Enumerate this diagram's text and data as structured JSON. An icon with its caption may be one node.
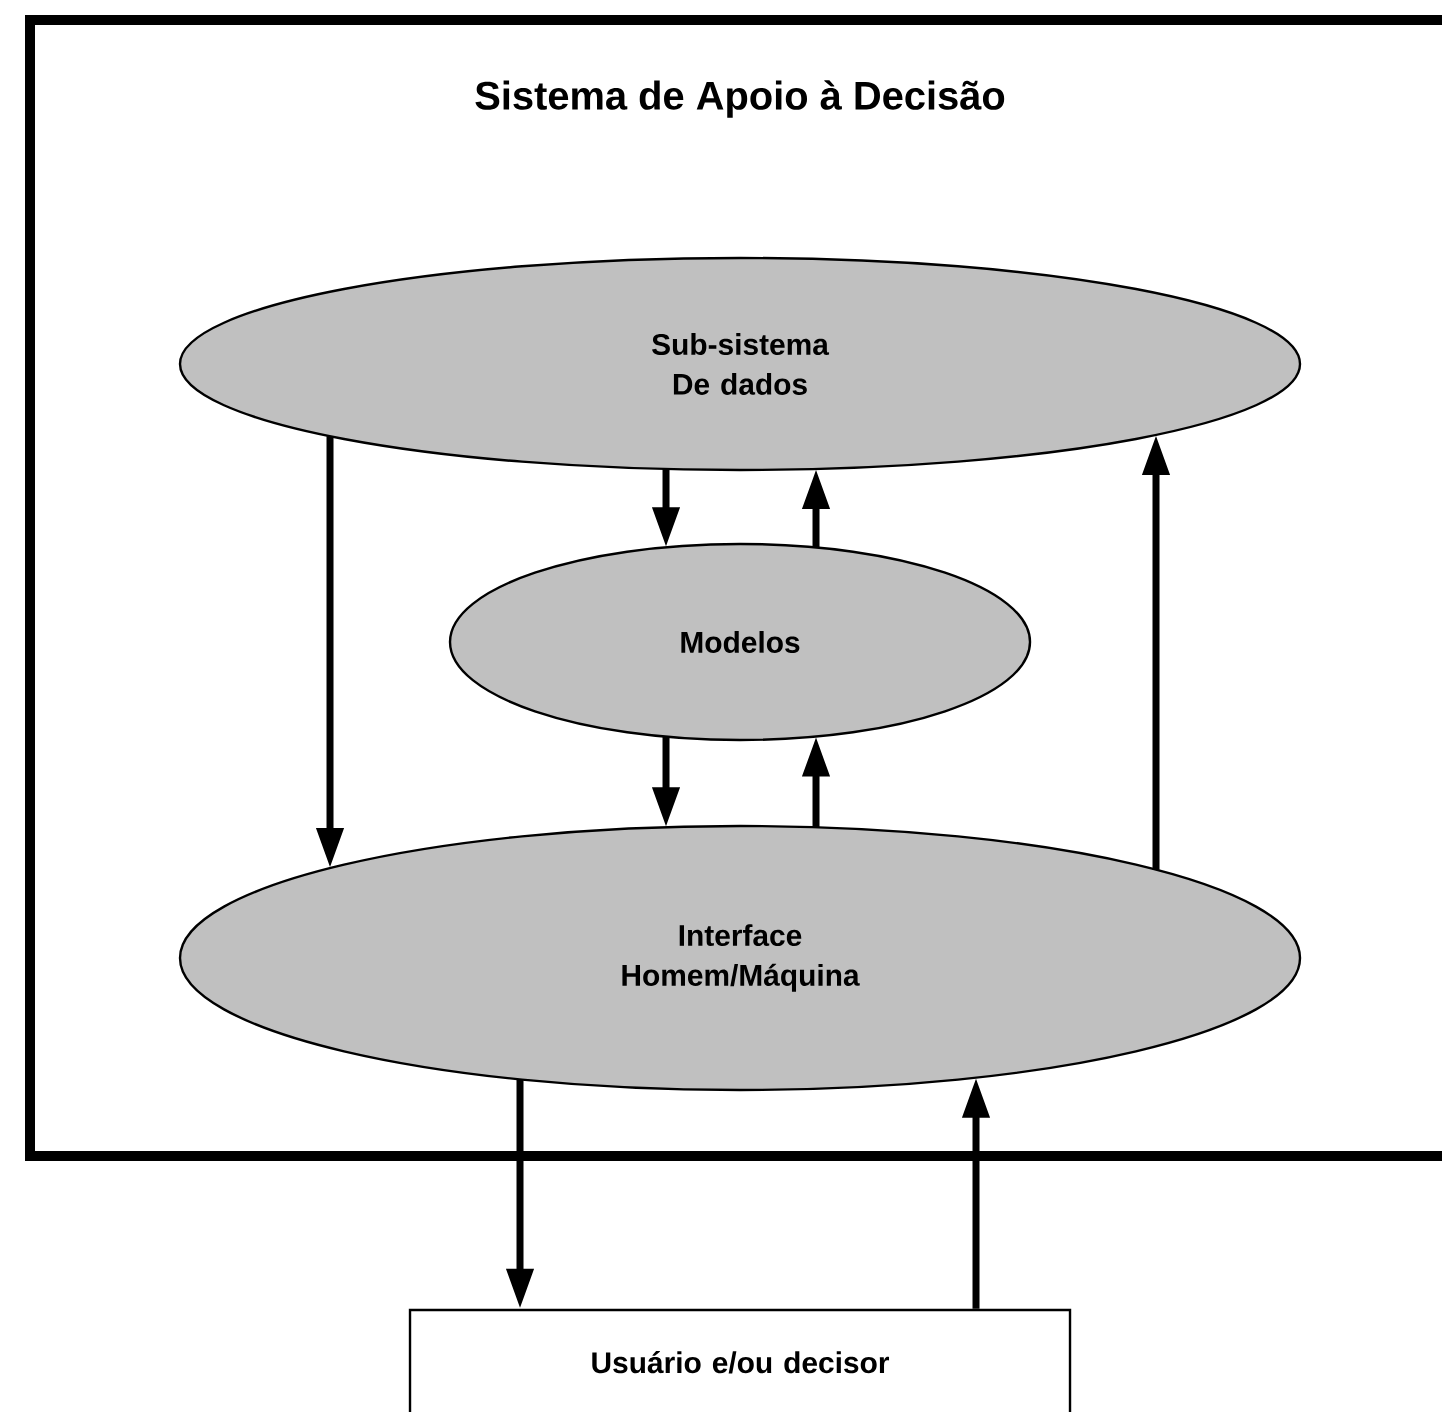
{
  "diagram": {
    "title": "Sistema de Apoio à Decisão",
    "nodes": [
      {
        "text": [],
        "shape": "box"
      },
      {
        "text": [
          "Sub-sistema De dados"
        ],
        "in": 0
      },
      {
        "text": [
          "Modelos"
        ],
        "in": 0
      },
      {
        "text": [
          "Interface Homem/Máquina"
        ],
        "in": 0
      },
      {
        "text": [
          "Usuário e/ou decisor"
        ]
      }
    ],
    "edges": [
      {
        "from": 1,
        "to": 3,
        "arrow": "to"
      },
      {
        "from": 1,
        "to": 2,
        "arrow": "to"
      },
      {
        "from": 2,
        "to": 1,
        "arrow": "to"
      },
      {
        "from": 2,
        "to": 3,
        "arrow": "to"
      },
      {
        "from": 3,
        "to": 2,
        "arrow": "to"
      },
      {
        "from": 3,
        "to": 1,
        "arrow": "to"
      },
      {
        "from": 3,
        "to": 4,
        "arrow": "to"
      },
      {
        "from": 4,
        "to": 3,
        "arrow": "to"
      }
    ]
  }
}
